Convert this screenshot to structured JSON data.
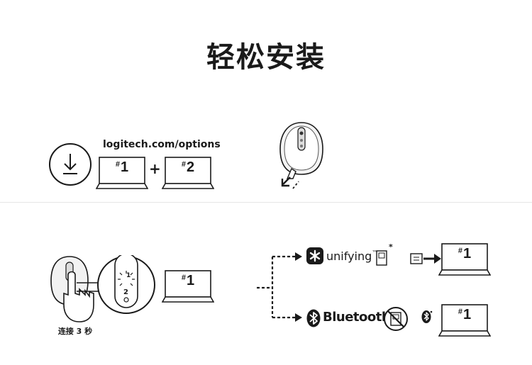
{
  "title": "轻松安装",
  "download": {
    "url": "logitech.com/options",
    "plus": "+",
    "laptop_1": "1",
    "laptop_2": "2"
  },
  "connect": {
    "caption": "连接 3 秒",
    "channels": [
      "1",
      "2"
    ],
    "laptop": "1"
  },
  "options": {
    "unifying_label": "unifying",
    "unifying_mark": "™",
    "unifying_star": "*",
    "unifying_laptop": "1",
    "bluetooth_label": "Bluetooth",
    "bluetooth_mark": "®",
    "bluetooth_laptop": "1"
  },
  "badge_hash": "#",
  "colors": {
    "ink": "#1a1a1a",
    "divider": "#e6e6e6"
  }
}
